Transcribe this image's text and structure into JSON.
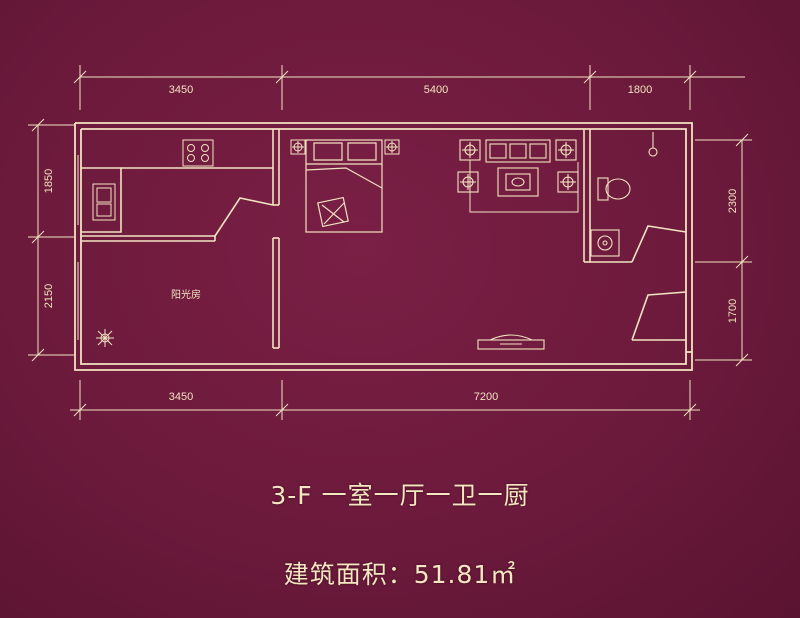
{
  "plan": {
    "top_dims": [
      "3450",
      "5400",
      "1800"
    ],
    "bottom_dims": [
      "3450",
      "7200"
    ],
    "left_dims": [
      "1850",
      "2150"
    ],
    "right_dims": [
      "2300",
      "1700"
    ],
    "room_label": "阳光房"
  },
  "caption": {
    "unit_type": "3-F  一室一厅一卫一厨",
    "area": "建筑面积：51.81㎡"
  },
  "colors": {
    "background": "#6c1a3c",
    "line": "#f2e3c0"
  }
}
